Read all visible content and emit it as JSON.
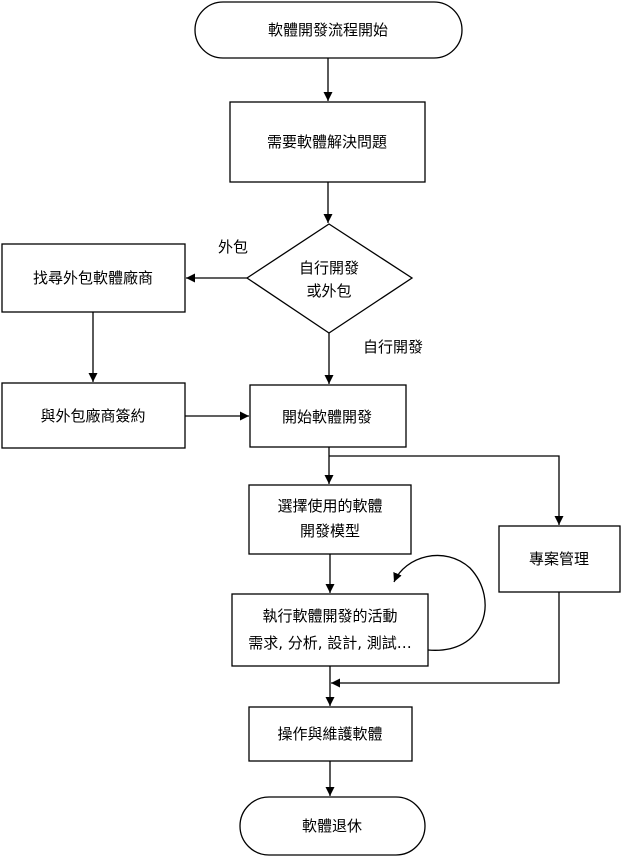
{
  "nodes": {
    "start": "軟體開發流程開始",
    "need": "需要軟體解決問題",
    "decision_line1": "自行開發",
    "decision_line2": "或外包",
    "find_vendor": "找尋外包軟體廠商",
    "sign_contract": "與外包廠商簽約",
    "begin_dev": "開始軟體開發",
    "select_model_line1": "選擇使用的軟體",
    "select_model_line2": "開發模型",
    "execute_line1": "執行軟體開發的活動",
    "execute_line2": "需求, 分析, 設計, 測試…",
    "project_mgmt": "專案管理",
    "operate": "操作與維護軟體",
    "retire": "軟體退休"
  },
  "edge_labels": {
    "outsource": "外包",
    "self_develop": "自行開發"
  }
}
